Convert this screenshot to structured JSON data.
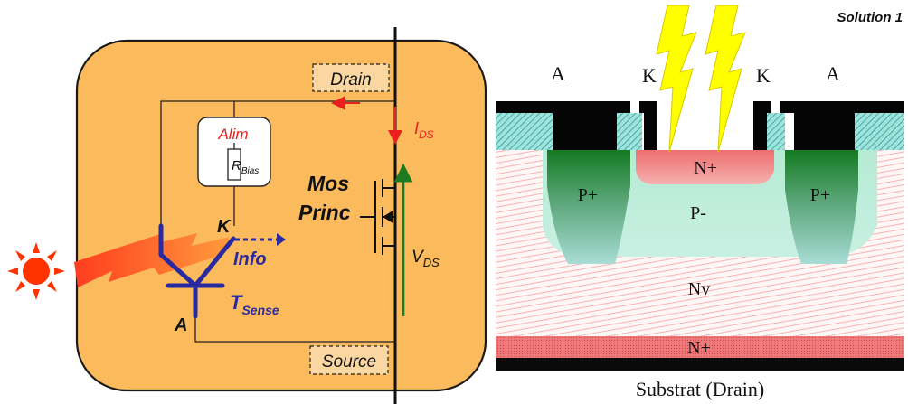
{
  "solution_label": "Solution 1",
  "left_diagram": {
    "drain_label": "Drain",
    "source_label": "Source",
    "alim_label": "Alim",
    "rbias_main": "R",
    "rbias_sub": "Bias",
    "ids_main": "I",
    "ids_sub": "DS",
    "vds_main": "V",
    "vds_sub": "DS",
    "mos_line1": "Mos",
    "mos_line2": "Princ",
    "k_label": "K",
    "a_label": "A",
    "info_label": "Info",
    "tsense_main": "T",
    "tsense_sub": "Sense"
  },
  "right_diagram": {
    "a_left": "A",
    "k_left": "K",
    "k_right": "K",
    "a_right": "A",
    "nplus_top": "N+",
    "pplus_left": "P+",
    "pminus": "P-",
    "pplus_right": "P+",
    "nv": "Nv",
    "nplus_bottom": "N+",
    "substrat": "Substrat (Drain)"
  },
  "colors": {
    "box_orange": "#fbbb5c",
    "info_blue": "#2a2aa0",
    "red_annotation": "#e8201e",
    "green_vds": "#1e7a1e",
    "lightning_yellow": "#ffff00",
    "pink_region": "#f08080",
    "green_pplus": "#1a7a2a",
    "teal_oxide": "#5fc8c0"
  },
  "icons": {
    "sun": "sun-icon",
    "light_beam": "light-beam-icon",
    "lightning": "lightning-icon",
    "mosfet": "mosfet-symbol-icon",
    "transistor": "sense-transistor-icon",
    "resistor": "resistor-icon"
  }
}
